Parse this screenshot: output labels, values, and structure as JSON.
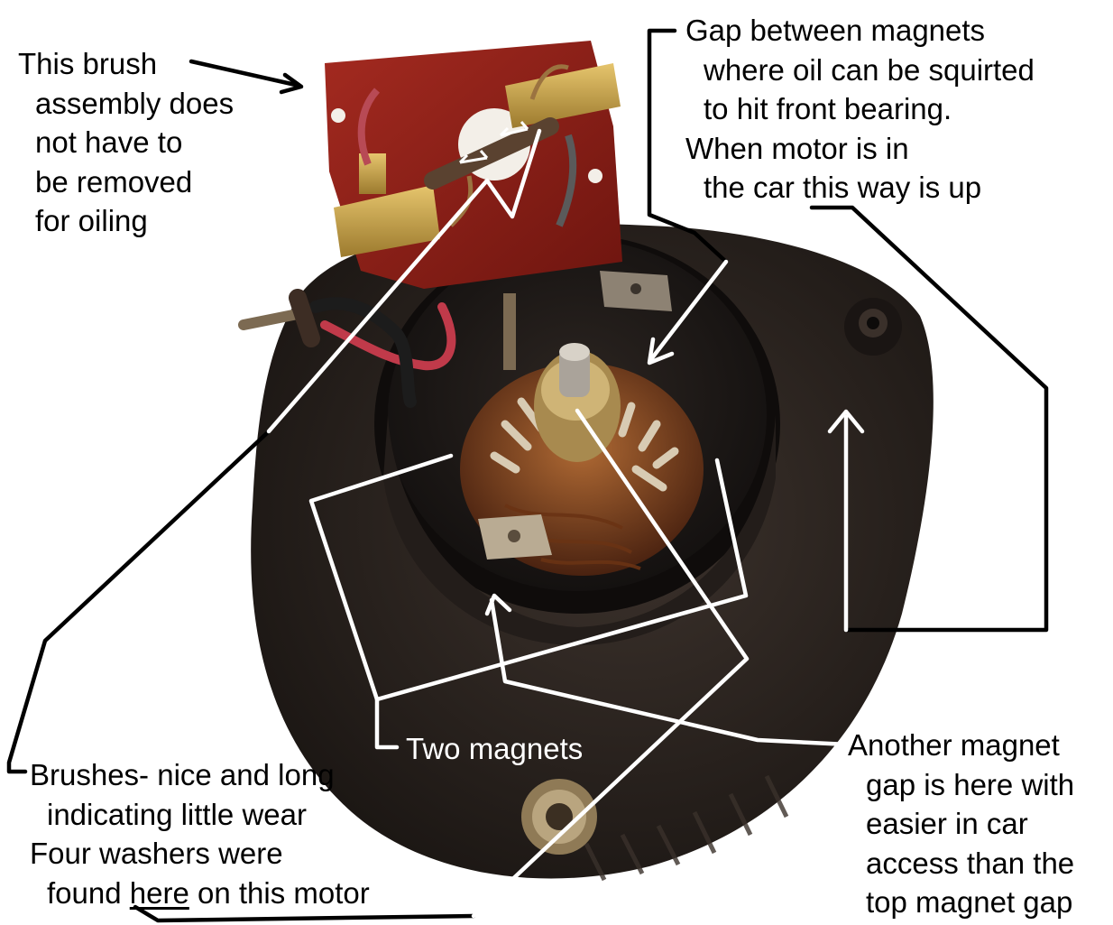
{
  "labels": {
    "brush": {
      "lines": [
        "This brush",
        "assembly does",
        "not have to",
        "be removed",
        "for oiling"
      ]
    },
    "gap_top": {
      "lines": [
        "Gap between magnets",
        "where oil can be squirted",
        "to hit front bearing.",
        "When motor is in",
        "the car this way is up"
      ]
    },
    "two_magnets": {
      "text": "Two magnets"
    },
    "brushes": {
      "line1": "Brushes- nice and long",
      "line2": "indicating little wear",
      "line3": "Four washers were",
      "line4_pre": "found ",
      "line4_here": "here",
      "line4_post": " on this motor"
    },
    "another_gap": {
      "lines": [
        "Another magnet",
        "gap is here with",
        "easier in car",
        "access than the",
        "top magnet gap"
      ]
    }
  },
  "colors": {
    "motor_body": "#2a221d",
    "motor_rim": "#3b302a",
    "brush_plate": "#8a1d16",
    "brass": "#c9a24b",
    "copper": "#8b4a1e",
    "annotation_dark": "#000000",
    "annotation_light": "#ffffff"
  }
}
